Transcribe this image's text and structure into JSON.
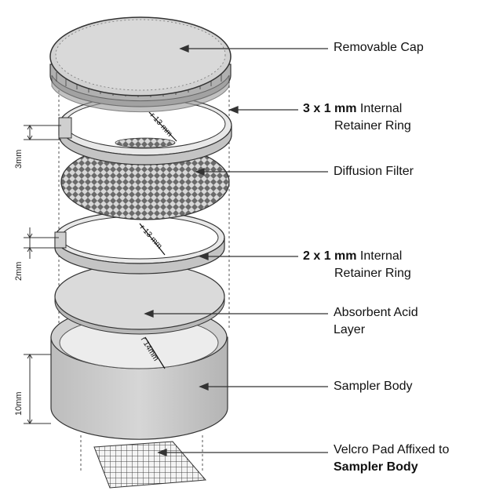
{
  "labels": {
    "cap": "Removable Cap",
    "ring1_bold": "3 x 1 mm",
    "ring1_rest": " Internal",
    "ring1_line2": "Retainer Ring",
    "filter": "Diffusion Filter",
    "ring2_bold": "2 x 1 mm",
    "ring2_rest": " Internal",
    "ring2_line2": "Retainer Ring",
    "acid_line1": "Absorbent Acid",
    "acid_line2": "Layer",
    "body": "Sampler Body",
    "velcro_line1": "Velcro Pad Affixed to",
    "velcro_line2": "Sampler Body"
  },
  "dimensions": {
    "ring1_height": "3mm",
    "ring2_height": "2mm",
    "body_height": "10mm",
    "ring1_radius": "r 13 mm",
    "ring2_radius": "r 13 mm",
    "body_radius": "r 14mm"
  },
  "colors": {
    "part_fill": "#d2d2d2",
    "part_dark": "#a8a8a8",
    "outline": "#333333",
    "mesh": "#444444"
  }
}
